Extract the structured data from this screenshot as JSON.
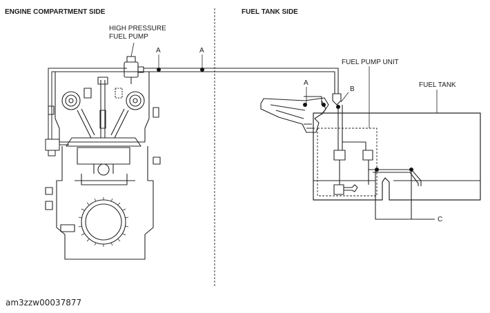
{
  "headers": {
    "engine_side": "ENGINE COMPARTMENT SIDE",
    "fuel_tank_side": "FUEL TANK SIDE"
  },
  "labels": {
    "high_pressure_pump_line1": "HIGH PRESSURE",
    "high_pressure_pump_line2": "FUEL PUMP",
    "fuel_pump_unit": "FUEL PUMP UNIT",
    "fuel_tank": "FUEL TANK",
    "marker_a": "A",
    "marker_b": "B",
    "marker_c": "C"
  },
  "caption": "am3zzw00037877"
}
